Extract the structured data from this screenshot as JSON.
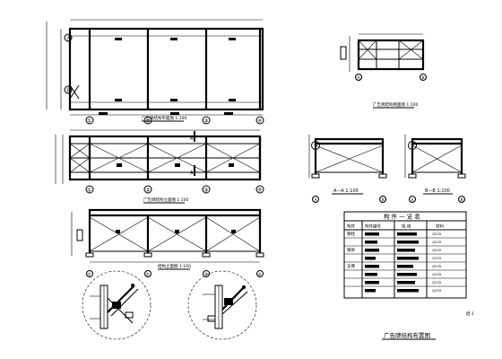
{
  "sheet": {
    "views": {
      "plan_title": "广告牌结构平面图 1:100",
      "front_title": "广告牌结构立面图 1:100",
      "elev_lower_title": "结构立面图 1:100",
      "small_top_title": "广告牌结构侧面图 1:100",
      "section_aa": "A—A  1:100",
      "section_bb": "B—B  1:100"
    },
    "axis_labels": {
      "plan": [
        "①",
        "②",
        "③",
        "④"
      ],
      "front": [
        "①",
        "②",
        "③",
        "④"
      ],
      "lower": [
        "①",
        "②",
        "③",
        "④"
      ],
      "section_aa": [
        "Ⓐ",
        "Ⓑ"
      ],
      "section_bb": [
        "Ⓐ",
        "Ⓑ"
      ],
      "small_top": [
        "Ⓐ",
        "Ⓑ"
      ],
      "left_marks": [
        "Ⓐ",
        "Ⓑ"
      ]
    },
    "cut_marks": [
      "A",
      "A",
      "B",
      "B"
    ],
    "table": {
      "title": "构 件 一 览 表",
      "headers": [
        "构件",
        "构件编号",
        "规  格",
        "材料"
      ],
      "rows": [
        {
          "name": "钢柱",
          "code": "",
          "spec": "",
          "mat": "Q235"
        },
        {
          "name": "",
          "code": "",
          "spec": "",
          "mat": "Q235"
        },
        {
          "name": "钢梁",
          "code": "",
          "spec": "",
          "mat": "Q235"
        },
        {
          "name": "",
          "code": "",
          "spec": "",
          "mat": "Q235"
        },
        {
          "name": "支撑",
          "code": "",
          "spec": "",
          "mat": "Q235"
        },
        {
          "name": "",
          "code": "",
          "spec": "",
          "mat": "Q235"
        },
        {
          "name": "",
          "code": "",
          "spec": "",
          "mat": "Q235"
        },
        {
          "name": "",
          "code": "",
          "spec": "",
          "mat": "Q235"
        }
      ]
    },
    "drawing_title": "广告牌结构布置图",
    "sheet_no": "结-1"
  }
}
